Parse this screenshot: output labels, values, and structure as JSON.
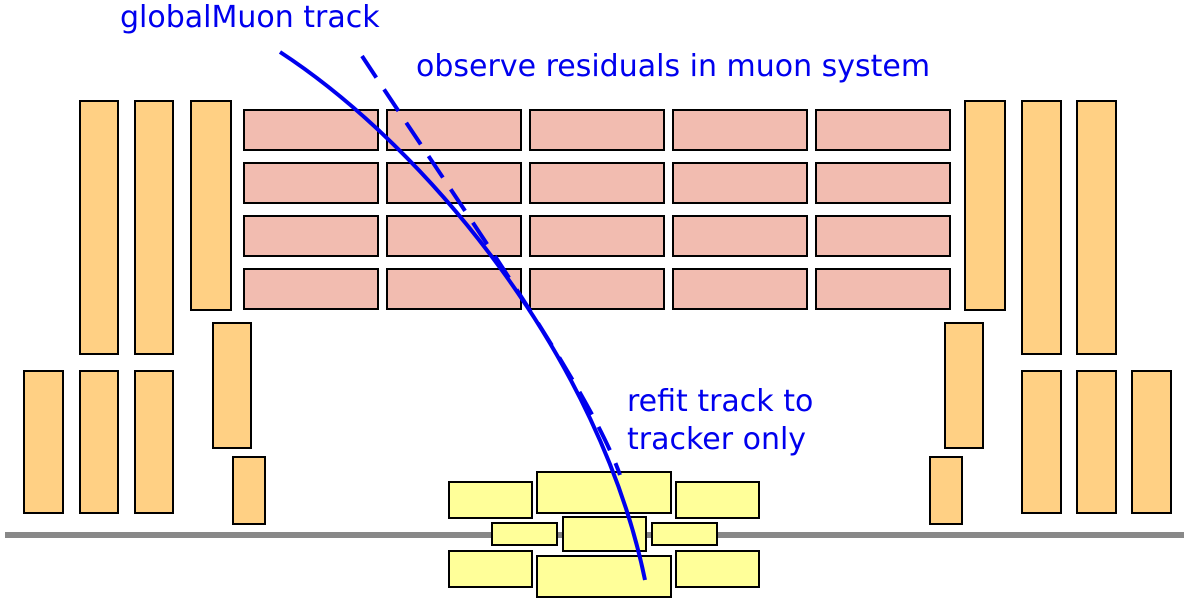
{
  "labels": {
    "global_track": "globalMuon track",
    "residuals": "observe residuals in muon system",
    "refit_line1": "refit track to",
    "refit_line2": "tracker only"
  },
  "colors": {
    "track": "#0000ee",
    "muon_chambers": "#f2bcb0",
    "return_yoke": "#ffd084",
    "inner_detector": "#ffff99",
    "beam_line": "#888888"
  },
  "icons": {
    "chamber": "rectangle",
    "yoke": "rectangle",
    "inner": "rectangle"
  }
}
